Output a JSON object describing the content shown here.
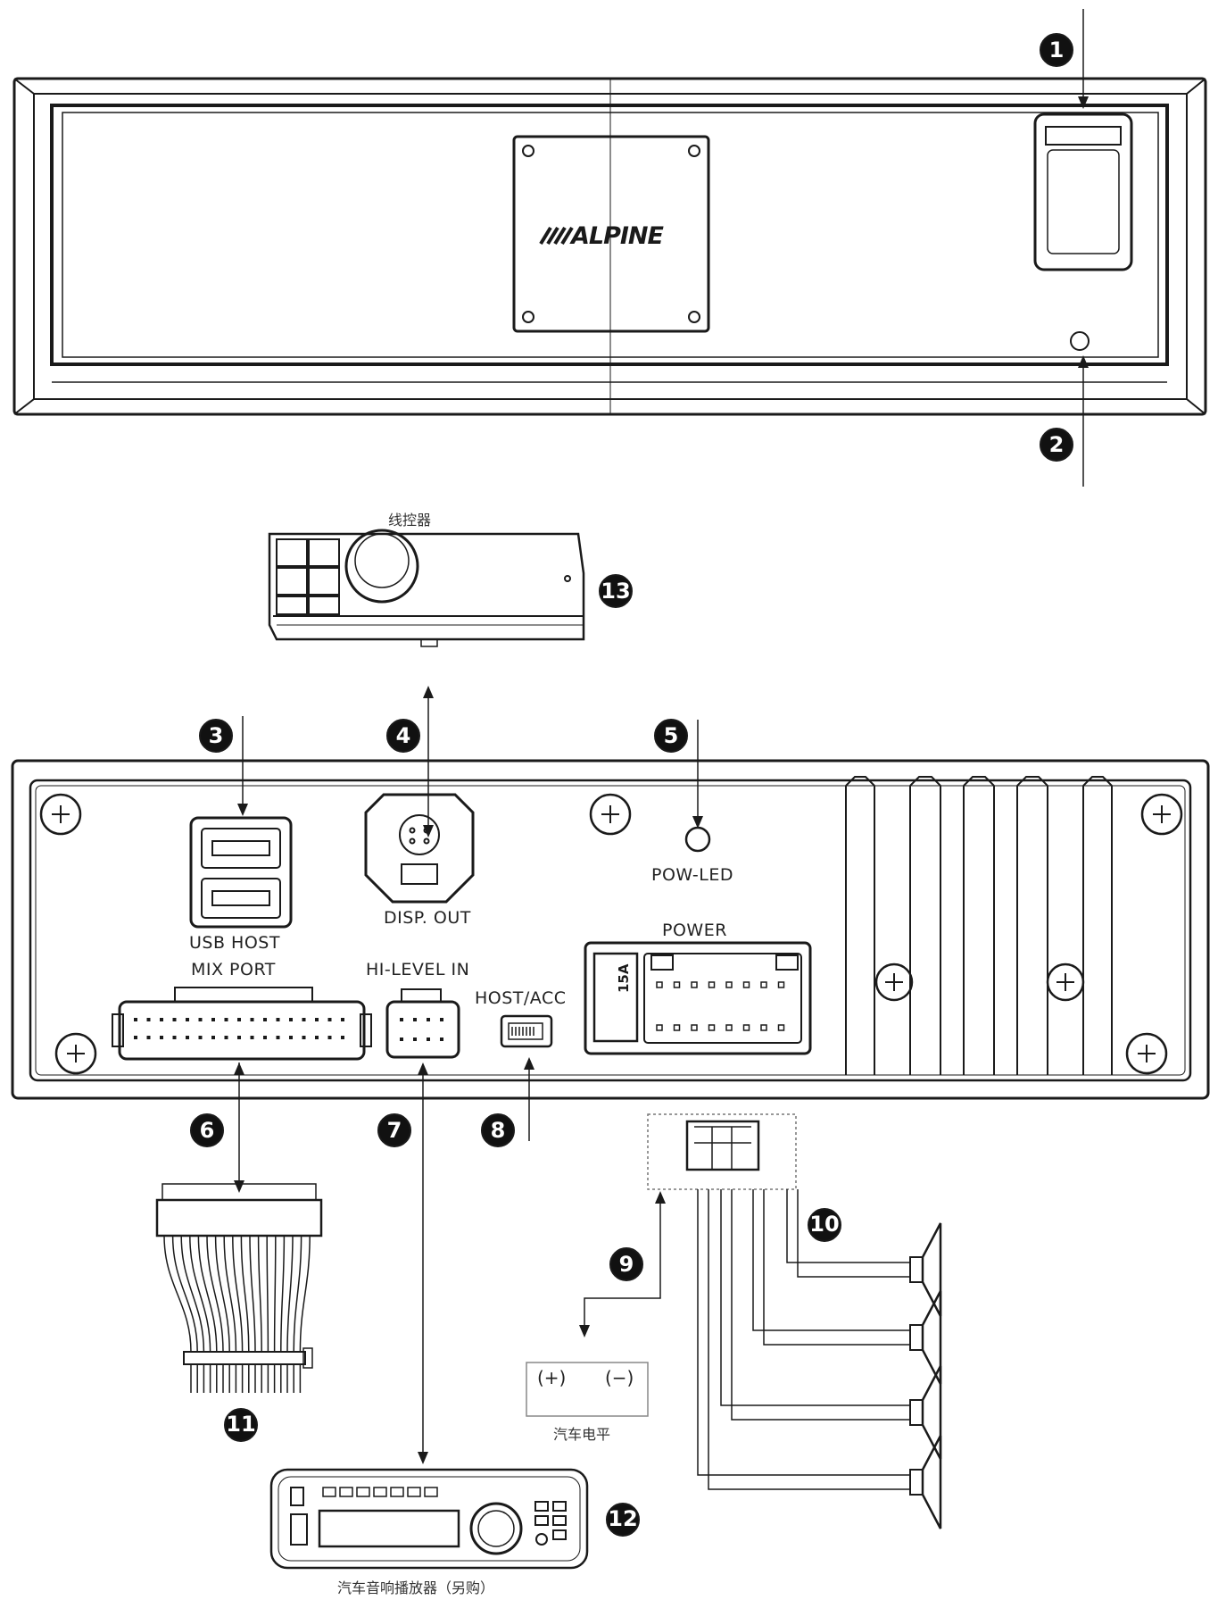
{
  "brand": {
    "logo_text": "ALPINE"
  },
  "labels": {
    "usb_host": "USB  HOST",
    "disp_out": "DISP. OUT",
    "pow_led": "POW-LED",
    "mix_port": "MIX  PORT",
    "hi_level_in": "HI-LEVEL  IN",
    "host_acc": "HOST/ACC",
    "power": "POWER",
    "fuse": "15A",
    "wired_controller": "线控器",
    "car_level": "汽车电平",
    "plus": "(+)",
    "minus": "(−)",
    "car_audio_player": "汽车音响播放器（另购）"
  },
  "callouts": {
    "c1": "1",
    "c2": "2",
    "c3": "3",
    "c4": "4",
    "c5": "5",
    "c6": "6",
    "c7": "7",
    "c8": "8",
    "c9": "9",
    "c10": "10",
    "c11": "11",
    "c12": "12",
    "c13": "13"
  },
  "colors": {
    "line": "#1a1a1a",
    "badge": "#111111",
    "background": "#ffffff"
  }
}
